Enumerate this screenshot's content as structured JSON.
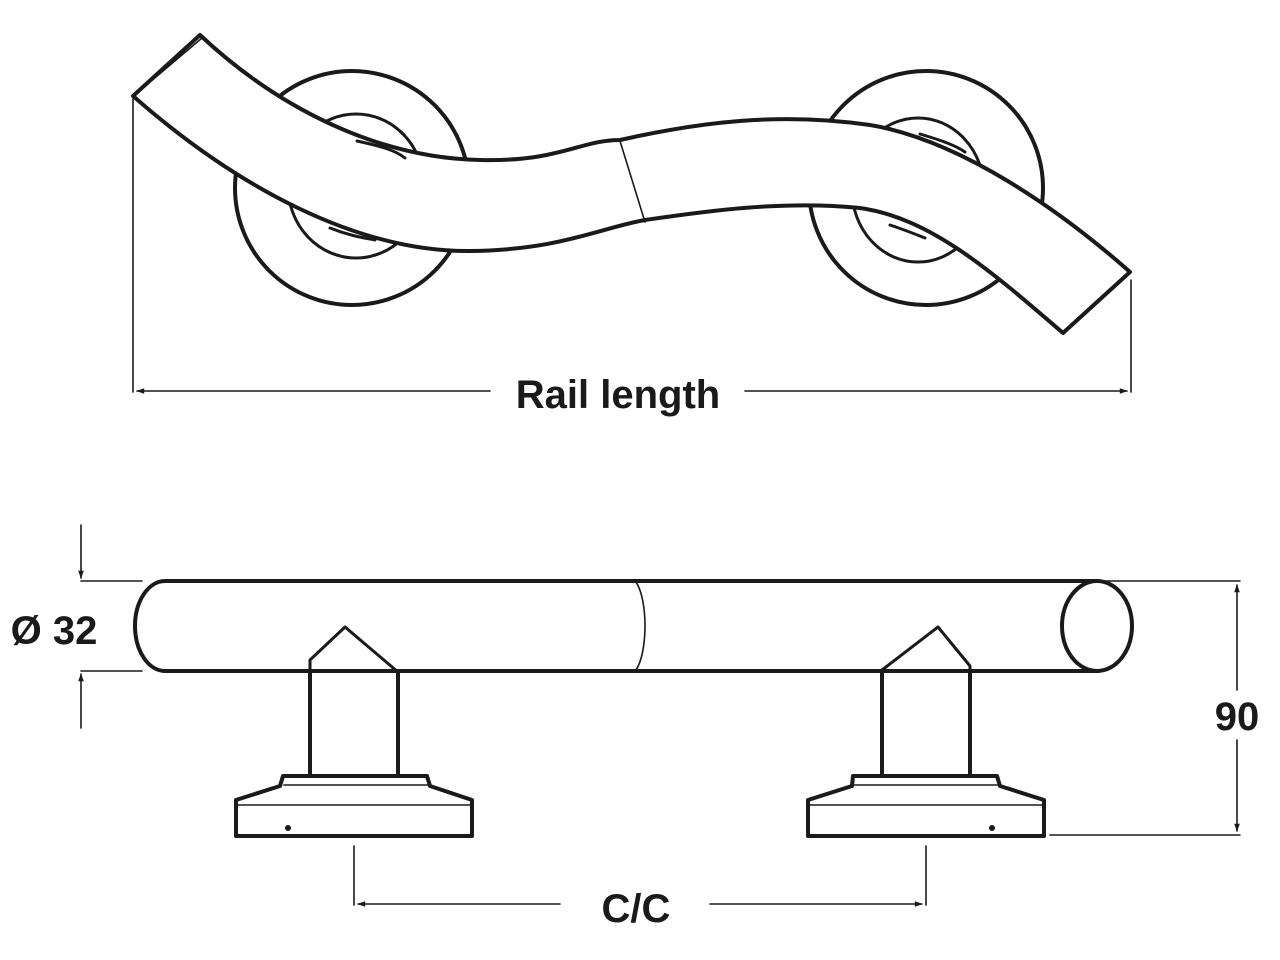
{
  "diagram": {
    "subject": "Wave grab rail technical drawing",
    "views": [
      {
        "id": "top-view",
        "description": "Plan view of S-shaped wave grab rail with two round wall roses"
      },
      {
        "id": "side-view",
        "description": "Elevation of grab rail on two posts with base plates"
      }
    ],
    "labels": {
      "rail_length": "Rail length",
      "diameter": "Ø 32",
      "projection": "90",
      "centres": "C/C"
    },
    "dimensions": {
      "diameter_mm": 32,
      "projection_mm": 90
    },
    "colors": {
      "line": "#1a1a1a",
      "background": "#ffffff"
    }
  }
}
